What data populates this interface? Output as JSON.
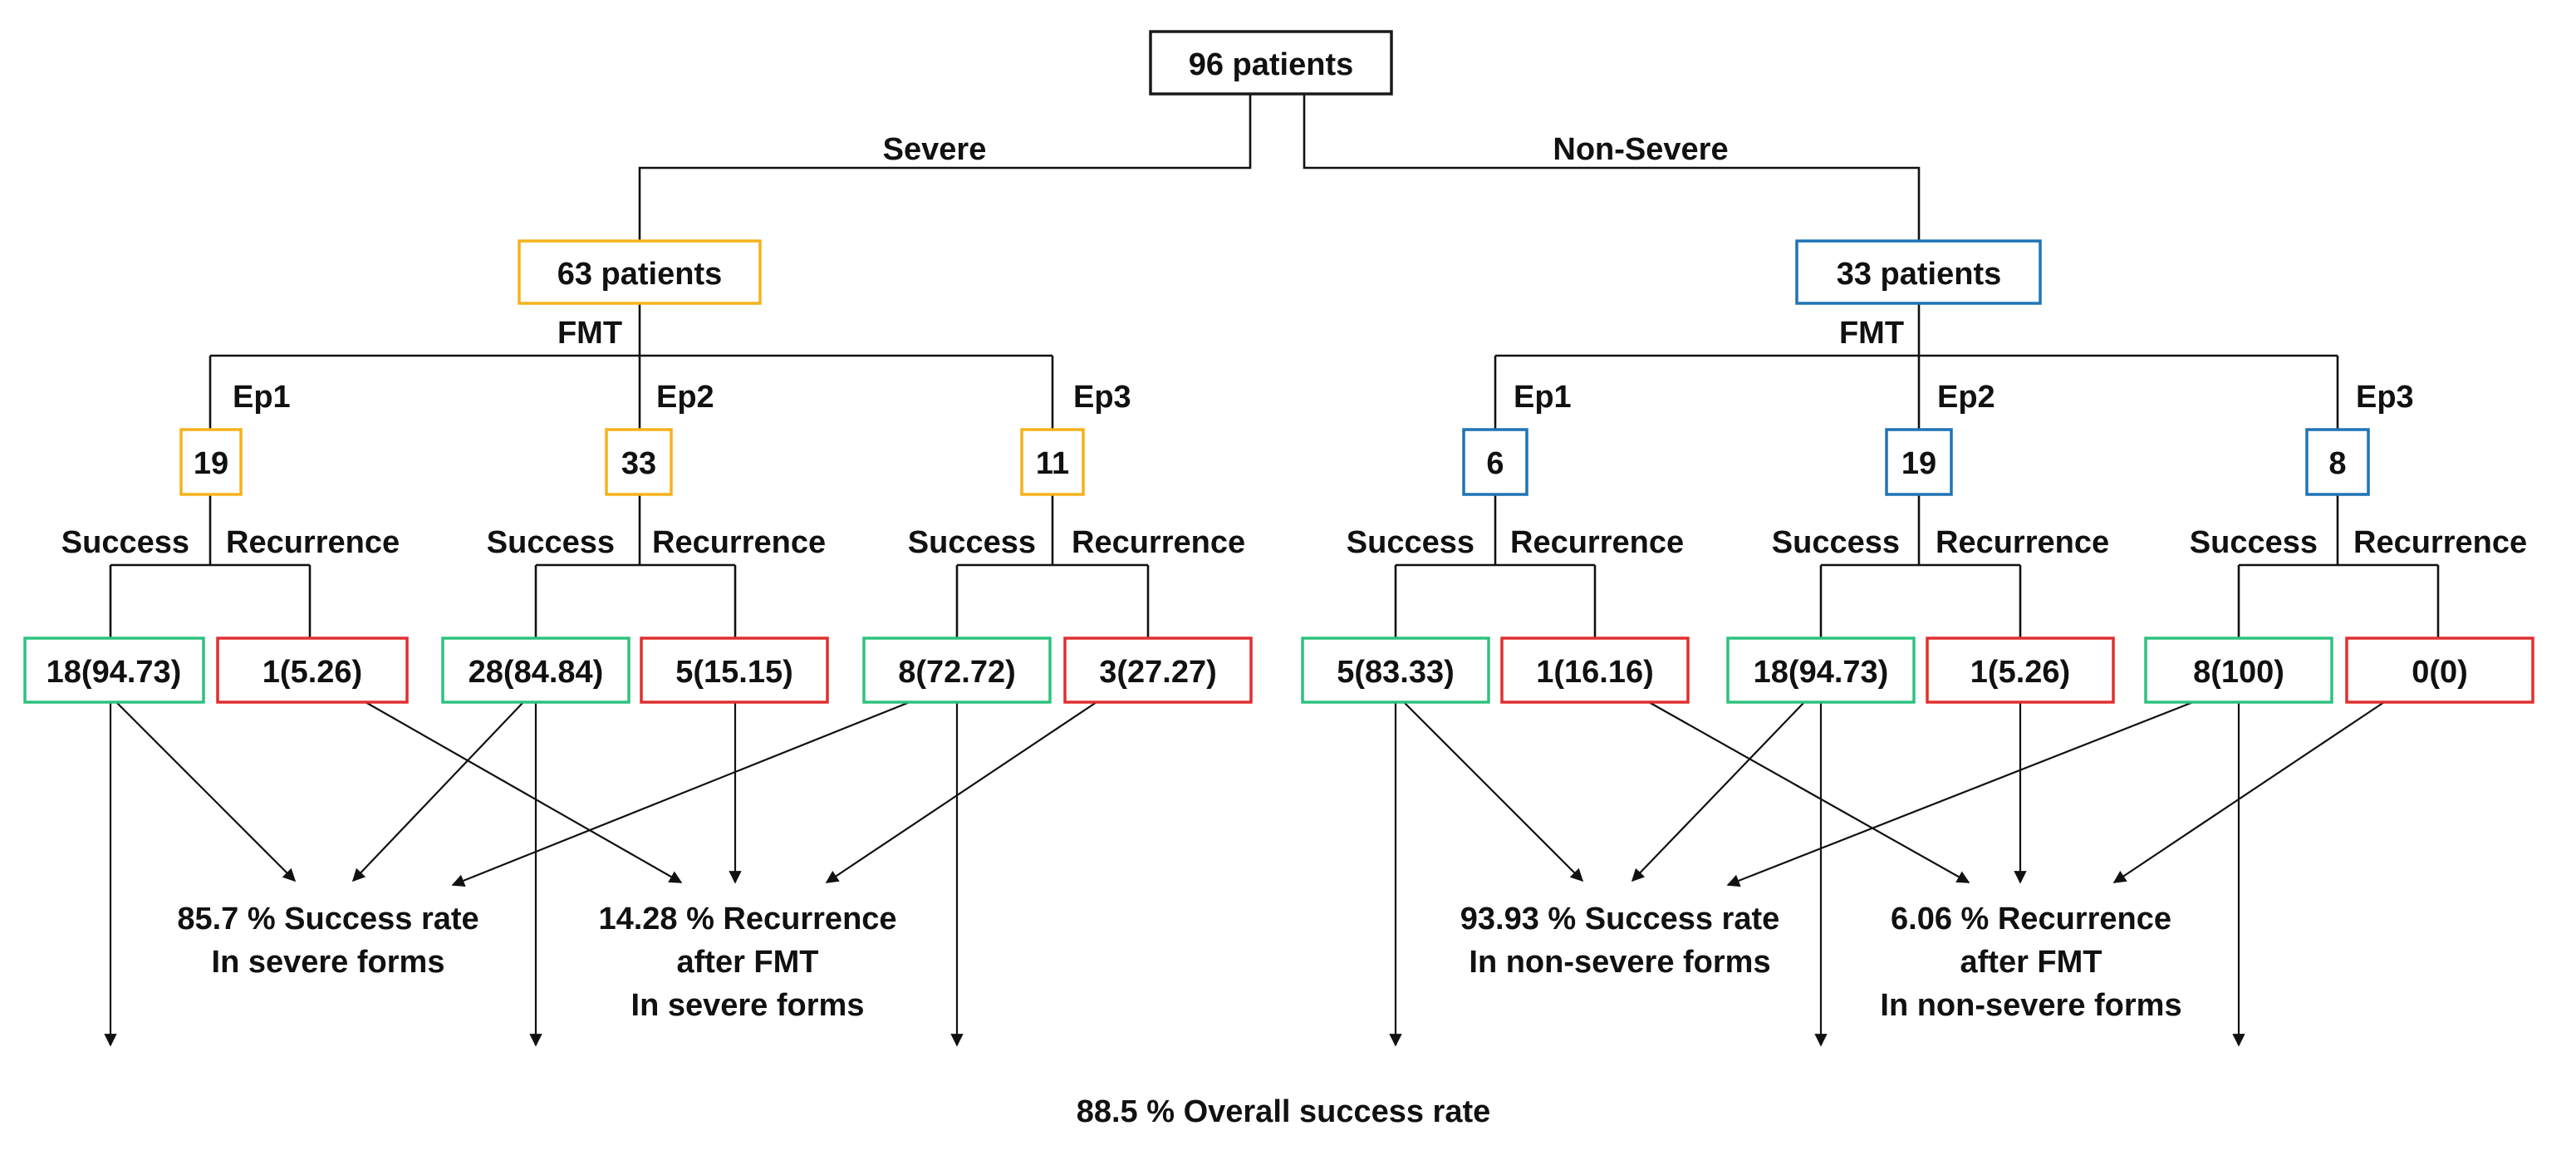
{
  "colors": {
    "root": "#1a1a1a",
    "severe": "#f5b21b",
    "non_severe": "#1f74b6",
    "success": "#2ec27e",
    "recurrence": "#e02f2f"
  },
  "root": {
    "label": "96 patients"
  },
  "branches": {
    "severe_label": "Severe",
    "non_severe_label": "Non-Severe",
    "fmt_label": "FMT",
    "success_label": "Success",
    "recurrence_label": "Recurrence"
  },
  "severe": {
    "label": "63 patients",
    "episodes": [
      {
        "name": "Ep1",
        "count": "19",
        "success": "18(94.73)",
        "recurrence": "1(5.26)"
      },
      {
        "name": "Ep2",
        "count": "33",
        "success": "28(84.84)",
        "recurrence": "5(15.15)"
      },
      {
        "name": "Ep3",
        "count": "11",
        "success": "8(72.72)",
        "recurrence": "3(27.27)"
      }
    ],
    "summary_success": [
      "85.7 % Success rate",
      "In severe forms"
    ],
    "summary_recurrence": [
      "14.28 % Recurrence",
      "after FMT",
      "In severe forms"
    ]
  },
  "non_severe": {
    "label": "33 patients",
    "episodes": [
      {
        "name": "Ep1",
        "count": "6",
        "success": "5(83.33)",
        "recurrence": "1(16.16)"
      },
      {
        "name": "Ep2",
        "count": "19",
        "success": "18(94.73)",
        "recurrence": "1(5.26)"
      },
      {
        "name": "Ep3",
        "count": "8",
        "success": "8(100)",
        "recurrence": "0(0)"
      }
    ],
    "summary_success": [
      "93.93 % Success rate",
      "In non-severe forms"
    ],
    "summary_recurrence": [
      "6.06 % Recurrence",
      "after FMT",
      "In non-severe forms"
    ]
  },
  "overall": "88.5 % Overall success rate"
}
